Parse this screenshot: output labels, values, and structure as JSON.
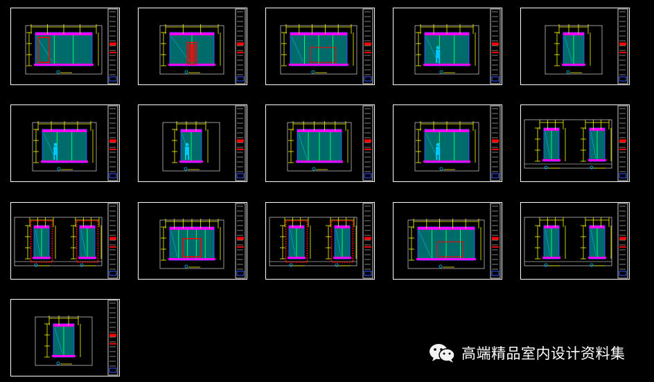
{
  "colors": {
    "frame": "#ffffff",
    "dim": "#ffff00",
    "green": "#00ff66",
    "magenta": "#ff00ff",
    "red": "#ff0000",
    "blue": "#3355ff",
    "teal": "#006b6b",
    "cyan": "#00c8ff"
  },
  "sheets": [
    {
      "id": 1,
      "variant": "wide-red-left"
    },
    {
      "id": 2,
      "variant": "red-center"
    },
    {
      "id": 3,
      "variant": "wide-red-center"
    },
    {
      "id": 4,
      "variant": "figure"
    },
    {
      "id": 5,
      "variant": "narrow"
    },
    {
      "id": 6,
      "variant": "figure-wide"
    },
    {
      "id": 7,
      "variant": "narrow-figure"
    },
    {
      "id": 8,
      "variant": "panels"
    },
    {
      "id": 9,
      "variant": "figure"
    },
    {
      "id": 10,
      "variant": "double"
    },
    {
      "id": 11,
      "variant": "double-red"
    },
    {
      "id": 12,
      "variant": "fireplace"
    },
    {
      "id": 13,
      "variant": "double-red"
    },
    {
      "id": 14,
      "variant": "wide-red-center"
    },
    {
      "id": 15,
      "variant": "double"
    },
    {
      "id": 16,
      "variant": "narrow"
    }
  ],
  "watermark": {
    "icon": "wechat-icon",
    "text": "高端精品室内设计资料集"
  }
}
